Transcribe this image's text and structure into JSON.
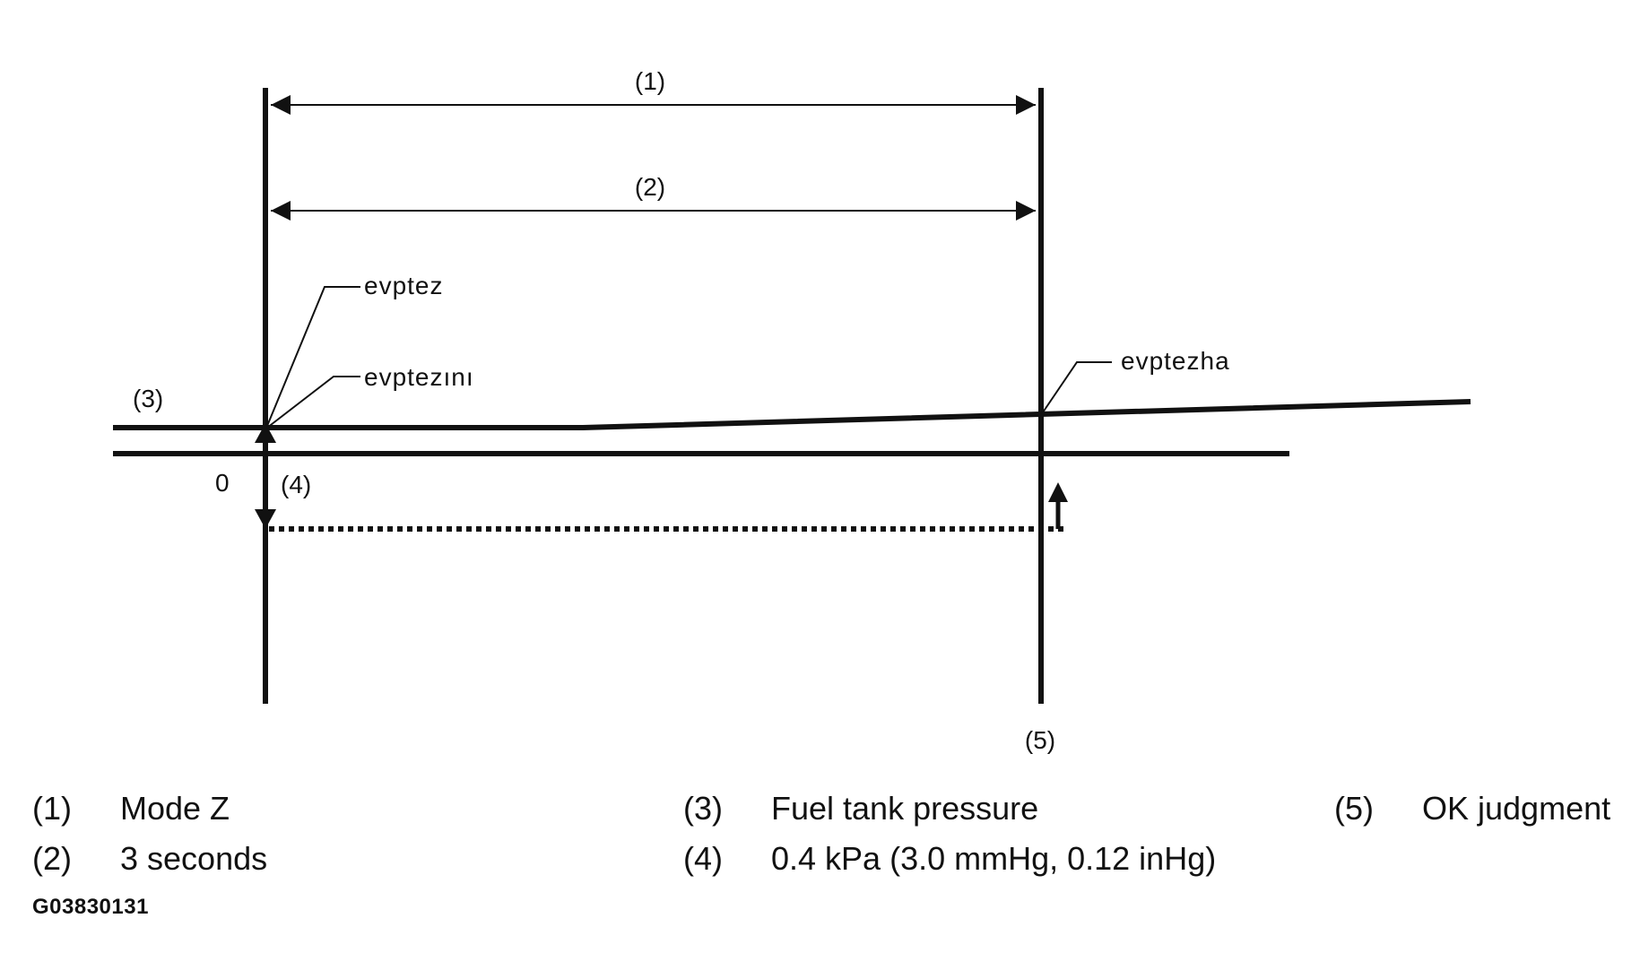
{
  "diagram": {
    "callouts": {
      "c1": "(1)",
      "c2": "(2)",
      "c3": "(3)",
      "c4": "(4)",
      "c5": "(5)",
      "zero": "0"
    },
    "labels": {
      "evptez": "evptez",
      "evptezini": "evptezını",
      "evptezha": "evptezha"
    }
  },
  "legend": {
    "items": [
      {
        "num": "(1)",
        "text": "Mode Z"
      },
      {
        "num": "(2)",
        "text": "3 seconds"
      },
      {
        "num": "(3)",
        "text": "Fuel tank pressure"
      },
      {
        "num": "(4)",
        "text": "0.4 kPa (3.0 mmHg, 0.12 inHg)"
      },
      {
        "num": "(5)",
        "text": "OK judgment"
      }
    ]
  },
  "figure_id": "G03830131",
  "colors": {
    "ink": "#111111",
    "background": "#ffffff"
  }
}
